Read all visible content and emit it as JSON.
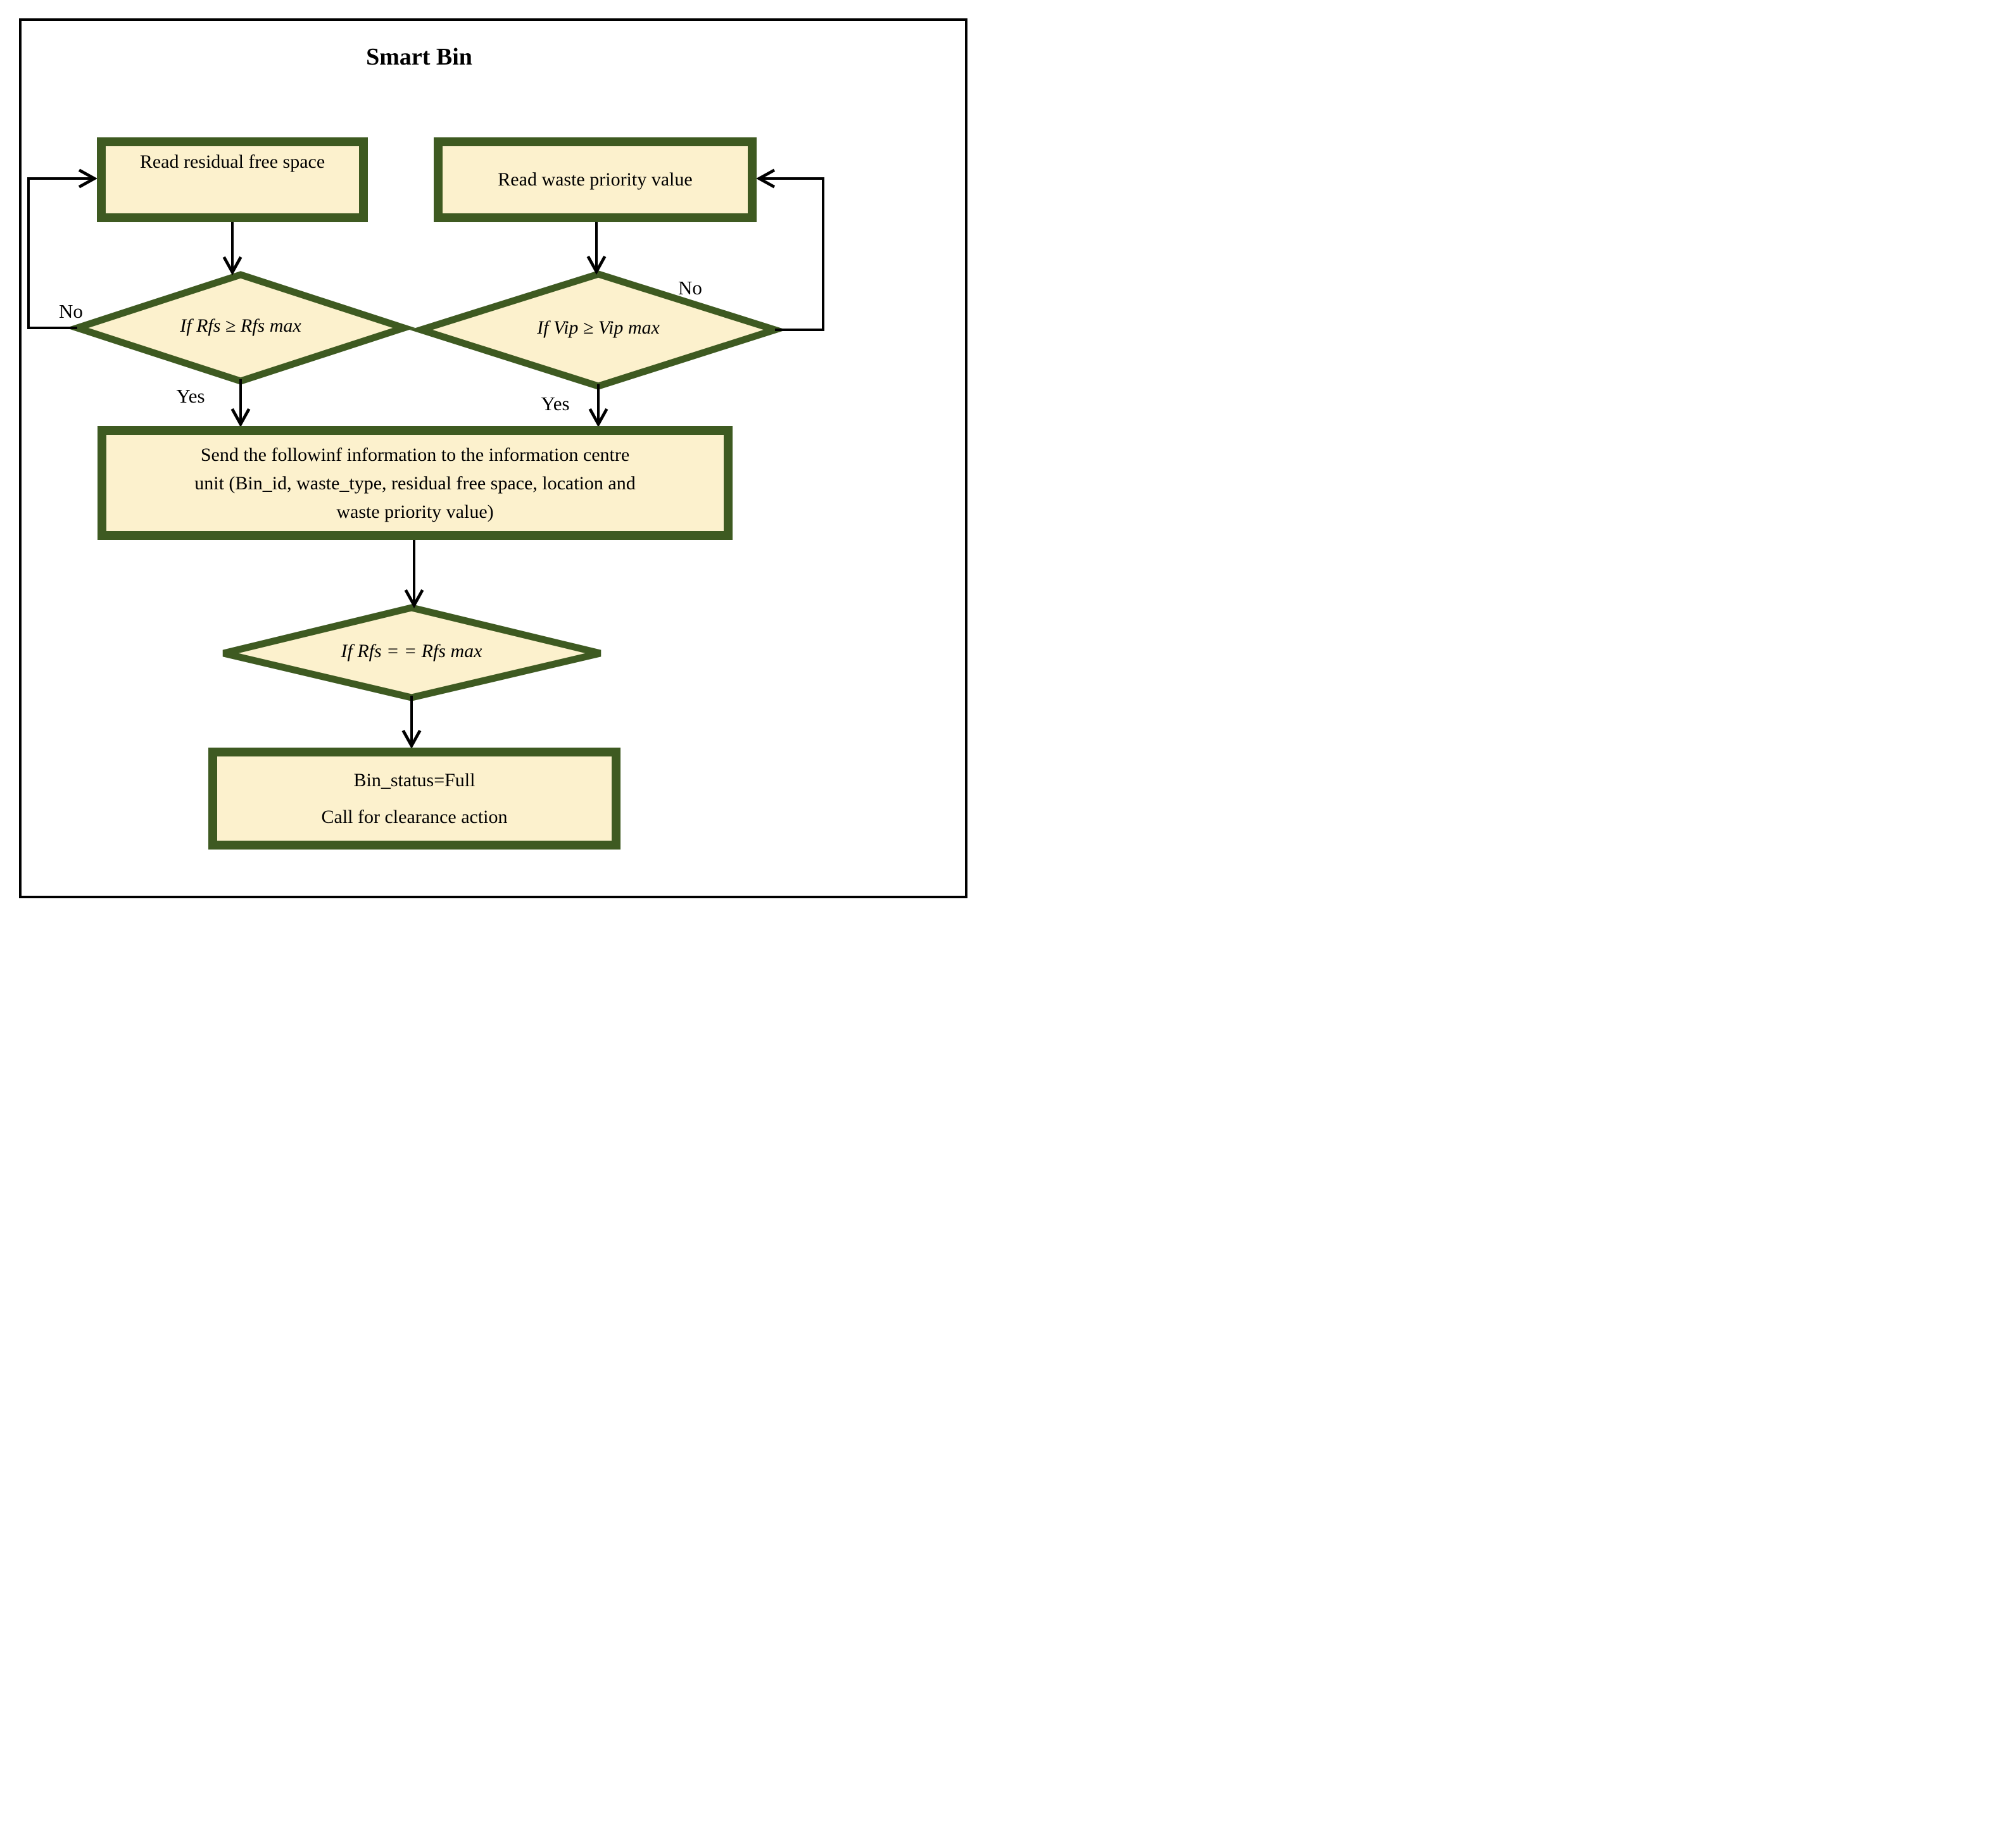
{
  "title": "Smart Bin",
  "nodes": {
    "read_rfs": {
      "label": "Read residual free space"
    },
    "read_vip": {
      "label": "Read waste priority value"
    },
    "check_rfs": {
      "label": "If Rfs ≥ Rfs max"
    },
    "check_vip": {
      "label": "If Vip ≥ Vip max"
    },
    "send_info": {
      "line1": "Send the followinf information to the information centre",
      "line2": "unit (Bin_id, waste_type, residual free space, location and",
      "line3": "waste priority value)"
    },
    "check_rfs_full": {
      "label": "If Rfs = = Rfs max"
    },
    "bin_full": {
      "line1": "Bin_status=Full",
      "line2": "Call for clearance action"
    }
  },
  "edge_labels": {
    "no_left": "No",
    "yes_left": "Yes",
    "no_right": "No",
    "yes_right": "Yes"
  },
  "colors": {
    "node_fill": "#fcf1cd",
    "node_border": "#3e5a21",
    "connector": "#000000",
    "outer_border": "#000000"
  }
}
